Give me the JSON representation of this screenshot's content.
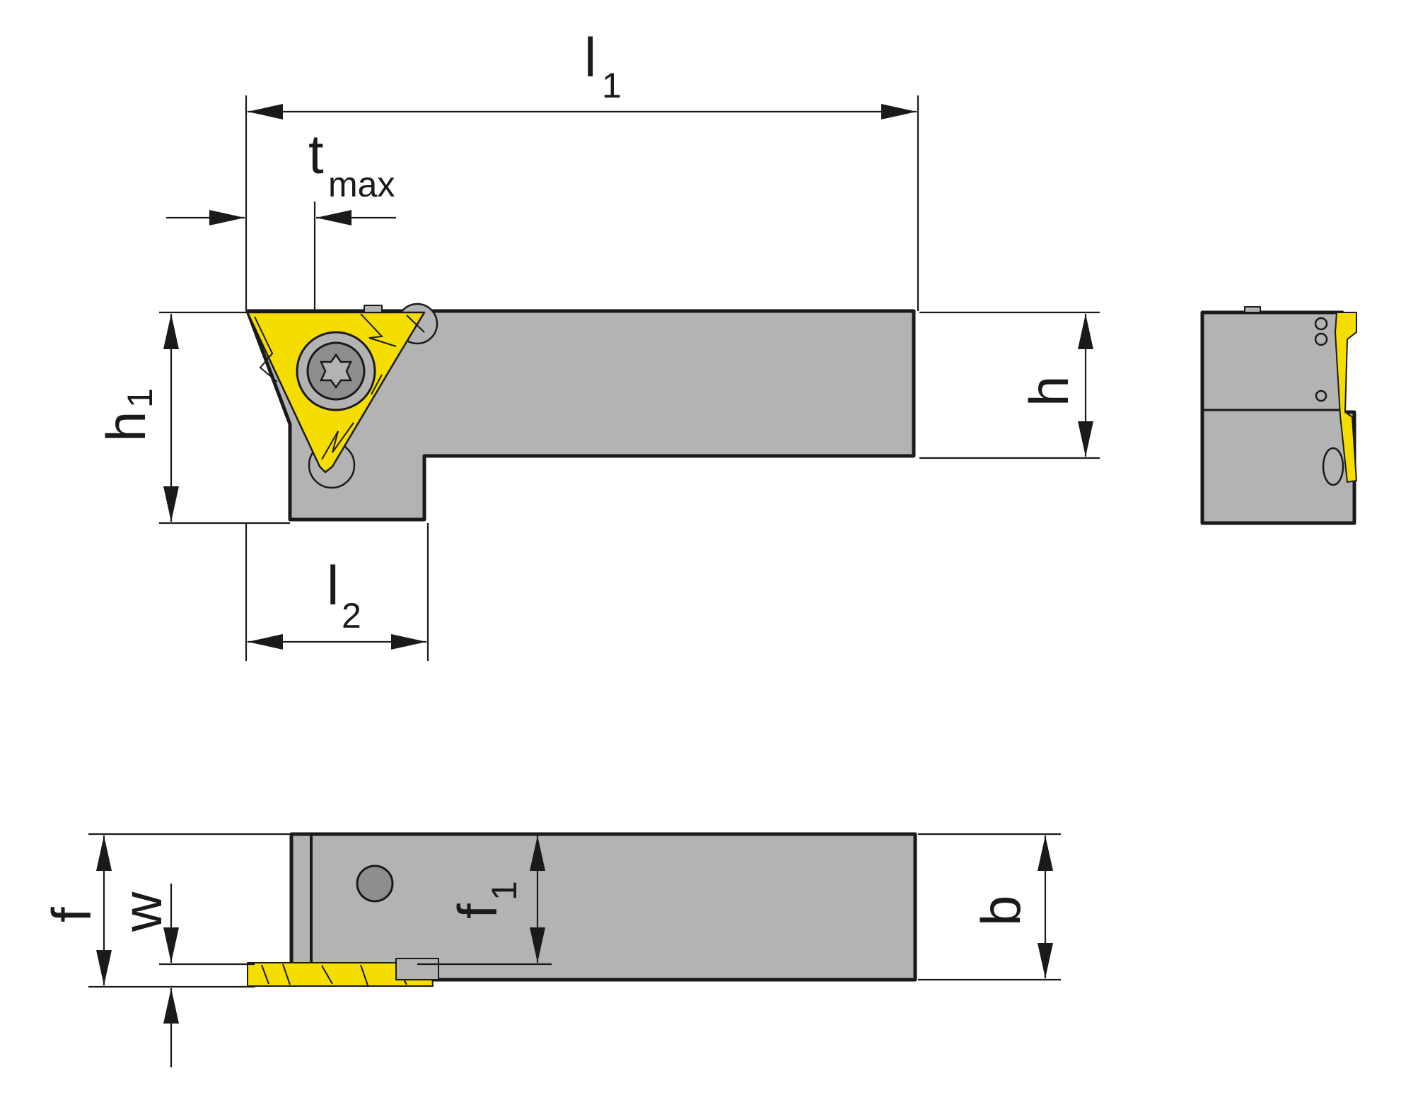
{
  "labels": {
    "l1": {
      "main": "l",
      "sub": "1"
    },
    "tmax": {
      "main": "t",
      "sub": "max"
    },
    "h1": {
      "main": "h",
      "sub": "1"
    },
    "h": {
      "main": "h"
    },
    "l2": {
      "main": "l",
      "sub": "2"
    },
    "f": {
      "main": "f"
    },
    "w": {
      "main": "w"
    },
    "f1": {
      "main": "f",
      "sub": "1"
    },
    "b": {
      "main": "b"
    }
  },
  "colors": {
    "body": "#b3b3b3",
    "insert": "#f5dd00",
    "line": "#1a1a1a"
  }
}
